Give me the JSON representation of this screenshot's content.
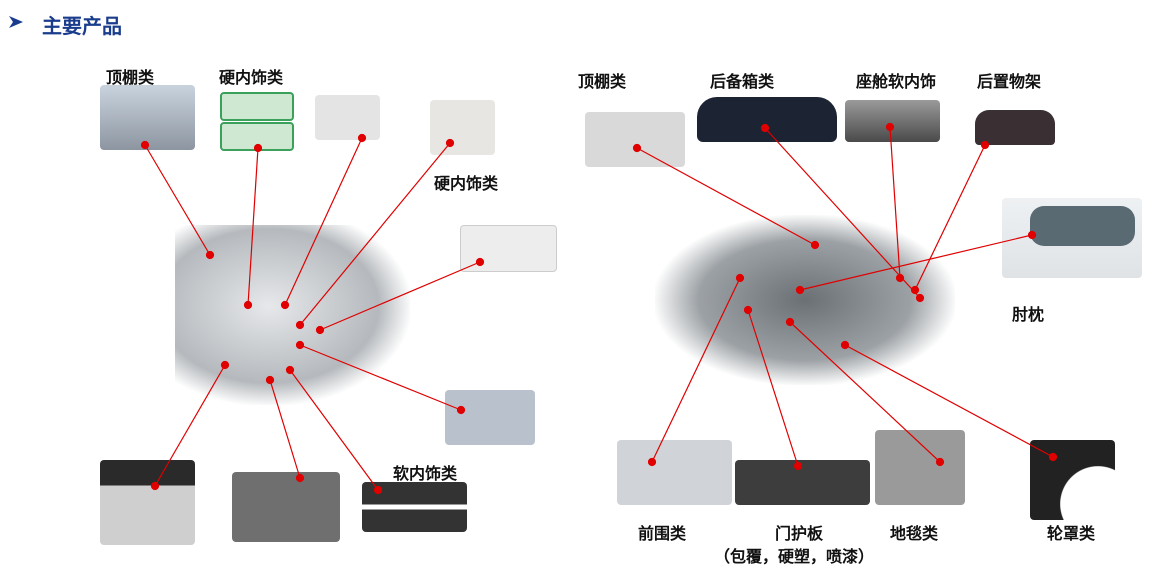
{
  "header": {
    "title": "主要产品",
    "bullet_icon": "arrow-bullet-icon"
  },
  "truck_section": {
    "labels": {
      "headliner": "顶棚类",
      "hard_trim_top": "硬内饰类",
      "hard_trim_right": "硬内饰类",
      "soft_trim": "软内饰类"
    }
  },
  "car_section": {
    "labels": {
      "headliner": "顶棚类",
      "trunk": "后备箱类",
      "cabin_soft_trim": "座舱软内饰",
      "rear_shelf": "后置物架",
      "armrest": "肘枕",
      "dash_insulator": "前围类",
      "door_panel": "门护板",
      "door_panel_note": "（包覆，硬塑，喷漆）",
      "carpet": "地毯类",
      "wheel_arch": "轮罩类"
    }
  },
  "colors": {
    "title": "#1a3c8c",
    "connector": "#e00000"
  }
}
